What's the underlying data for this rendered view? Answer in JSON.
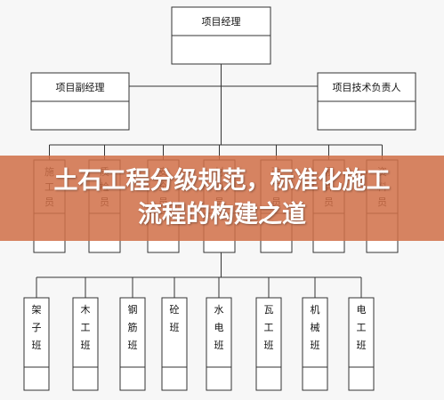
{
  "diagram": {
    "top": "项目经理",
    "deputies": [
      "项目副经理",
      "项目技术负责人"
    ],
    "staff": [
      [
        "施",
        "工",
        "员"
      ],
      [
        "质",
        "检",
        "员"
      ],
      [
        "安",
        "全",
        "员"
      ],
      [
        "材",
        "料",
        "员"
      ],
      [
        "政",
        "工",
        "员"
      ],
      [
        "预",
        "算",
        "员"
      ],
      [
        "资",
        "料",
        "员"
      ]
    ],
    "teams": [
      [
        "架",
        "子",
        "班"
      ],
      [
        "木",
        "工",
        "班"
      ],
      [
        "钢",
        "筋",
        "班"
      ],
      [
        "砼",
        "班"
      ],
      [
        "水",
        "电",
        "班"
      ],
      [
        "瓦",
        "工",
        "班"
      ],
      [
        "机",
        "械",
        "班"
      ],
      [
        "电",
        "工",
        "班"
      ]
    ]
  },
  "banner": {
    "text": "土石工程分级规范，标准化施工流程的构建之道",
    "color": "#d07048"
  }
}
